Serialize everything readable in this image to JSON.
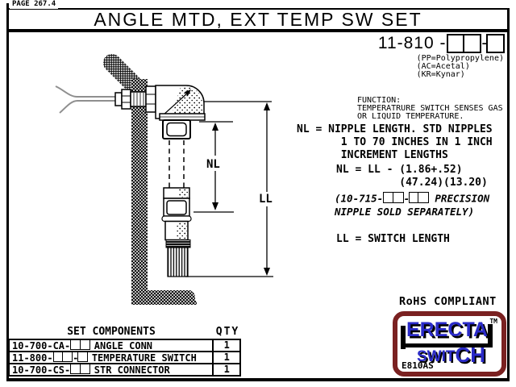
{
  "page": {
    "page_label": "PAGE 267.4",
    "title": "ANGLE MTD, EXT TEMP SW SET",
    "part_number": "11-810 -□□-□",
    "materials_note": "(PP=Polypropylene)\n(AC=Acetal)\n(KR=Kynar)",
    "function_note": "FUNCTION:\nTEMPERATRURE SWITCH SENSES GAS\nOR LIQUID TEMPERATURE.",
    "nipple_note": "NL = NIPPLE LENGTH. STD NIPPLES\n       1 TO 70 INCHES IN 1 INCH\n       INCREMENT LENGTHS",
    "formula_note": "NL = LL - (1.86+.52)\n          (47.24)(13.20)",
    "precision_note": "(10-715-□□-□□ PRECISION\nNIPPLE SOLD SEPARATELY)",
    "switch_length_note": "LL = SWITCH LENGTH",
    "rohs_note": "RoHS COMPLIANT"
  },
  "diagram_labels": {
    "nipple_length": "NL",
    "switch_length": "LL"
  },
  "logo": {
    "brand_top": "ERECTA",
    "brand_bottom_small": "SWIT",
    "brand_bottom_large": "CH",
    "trademark": "TM",
    "model_code": "E810AS",
    "border_color": "#7a2121",
    "letter_color": "#2a2ac8"
  },
  "components_table": {
    "header_components": "SET COMPONENTS",
    "header_qty": "QTY",
    "rows": [
      {
        "part": "10-700-CA-□□",
        "name": "ANGLE CONN",
        "qty": "1"
      },
      {
        "part": "11-800-□□-□",
        "name": "TEMPERATURE SWITCH",
        "qty": "1"
      },
      {
        "part": "10-700-CS-□□",
        "name": "STR CONNECTOR",
        "qty": "1"
      }
    ]
  }
}
